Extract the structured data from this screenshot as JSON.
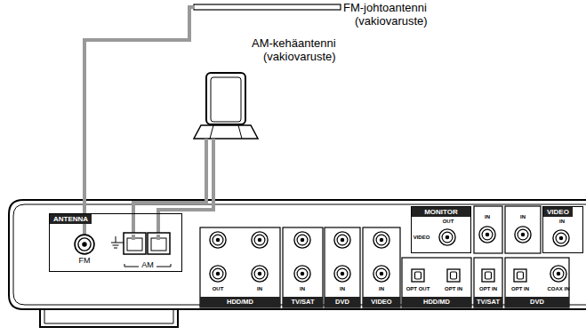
{
  "diagram": {
    "nodes": [
      {
        "text": [
          "ANTENNA"
        ]
      },
      {
        "text": [
          "MONITOR",
          "OUT"
        ]
      },
      {
        "text": [
          "VIDEO",
          "IN"
        ]
      }
    ],
    "labels": [
      "FM-johtoantenni (vakiovaruste)",
      "AM-kehäantenni (vakiovaruste)",
      "FM",
      "AM",
      "OUT",
      "IN",
      "HDD/MD",
      "IN",
      "TV/SAT",
      "IN",
      "DVD",
      "IN",
      "VIDEO",
      "VIDEO",
      "IN",
      "IN",
      "OPT OUT",
      "OPT IN",
      "HDD/MD",
      "OPT IN",
      "TV/SAT",
      "OPT IN",
      "COAX IN",
      "DVD"
    ]
  }
}
